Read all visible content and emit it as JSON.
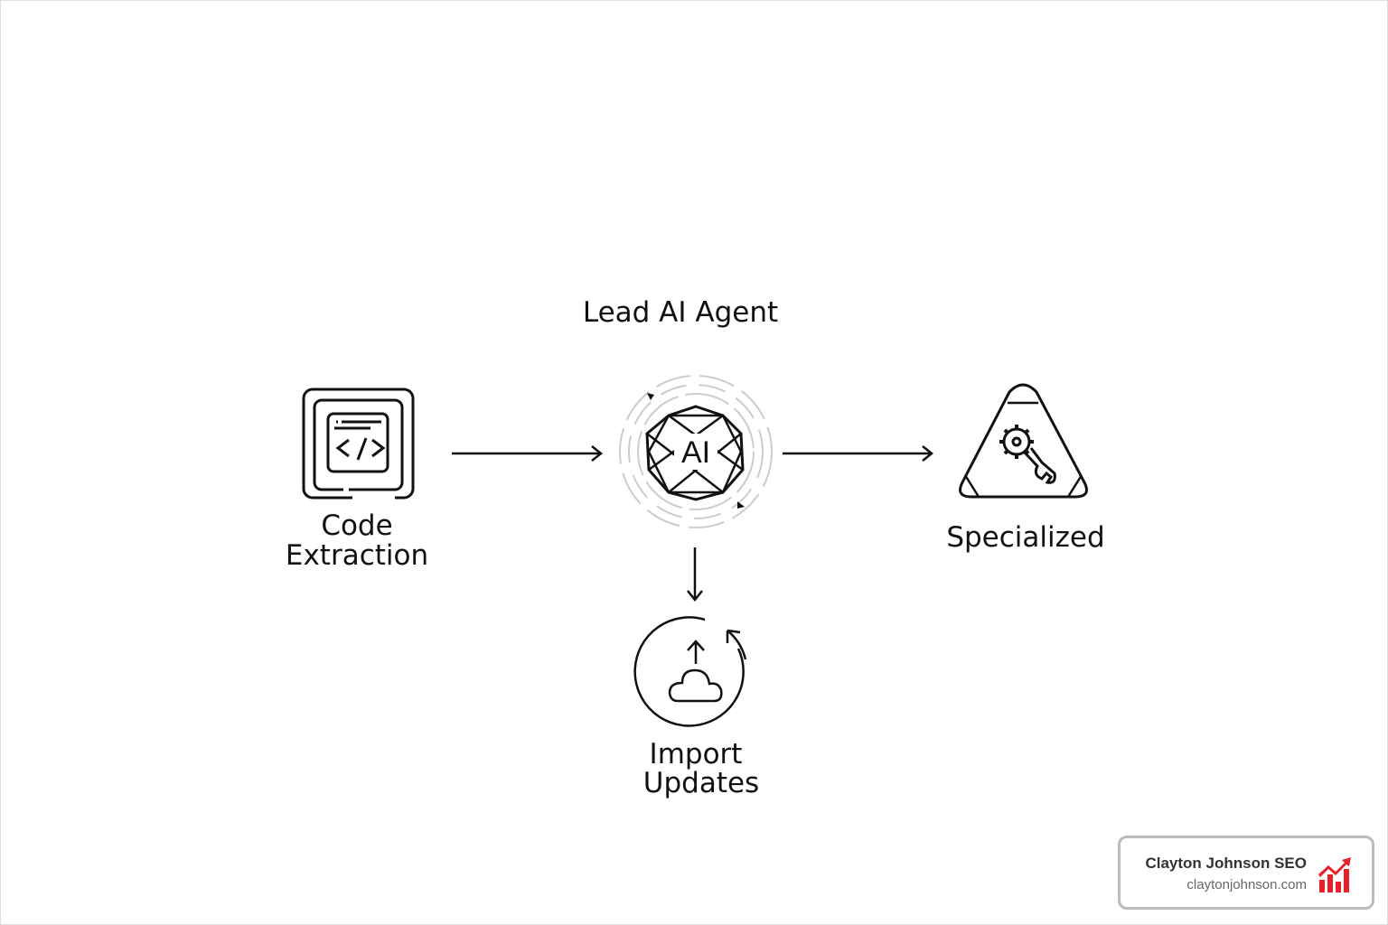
{
  "diagram": {
    "title": "Lead AI Agent",
    "nodes": {
      "code": {
        "line1": "Code",
        "line2": "Extraction",
        "icon": "code-window-icon"
      },
      "ai": {
        "label": "AI",
        "icon": "ai-hub-icon"
      },
      "specialized": {
        "label": "Specialized",
        "icon": "gear-wrench-icon"
      },
      "import": {
        "line1": "Import",
        "line2": "Updates",
        "icon": "cloud-upload-icon"
      }
    }
  },
  "badge": {
    "name": "Clayton Johnson SEO",
    "url": "claytonjohnson.com",
    "accent": "#e8202a"
  }
}
